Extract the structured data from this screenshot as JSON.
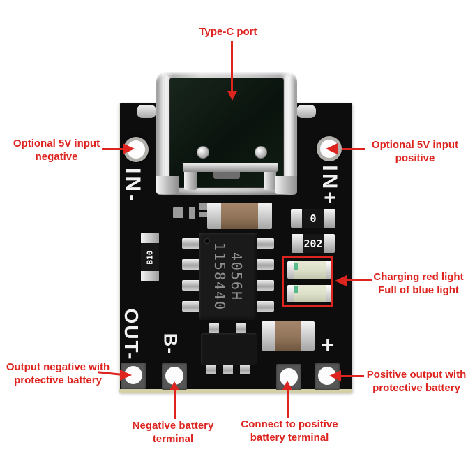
{
  "colors": {
    "annotation_red": "#dd241f",
    "board_black": "#0d0d0e",
    "silkscreen_white": "#f2f2f2",
    "led_body": "#dde0c8",
    "capacitor_brown": "#8f7258"
  },
  "annotations": {
    "type_c_port": {
      "lines": [
        "Type-C port"
      ]
    },
    "input_negative": {
      "lines": [
        "Optional 5V input",
        "negative"
      ]
    },
    "input_positive": {
      "lines": [
        "Optional 5V input",
        "positive"
      ]
    },
    "charging_leds": {
      "lines": [
        "Charging red light",
        "Full of blue light"
      ]
    },
    "output_negative": {
      "lines": [
        "Output negative with",
        "protective battery"
      ]
    },
    "output_positive": {
      "lines": [
        "Positive output with",
        "protective battery"
      ]
    },
    "battery_negative": {
      "lines": [
        "Negative battery",
        "terminal"
      ]
    },
    "battery_positive": {
      "lines": [
        "Connect to positive",
        "battery terminal"
      ]
    }
  },
  "board": {
    "silkscreen": {
      "in_minus": "IN-",
      "in_plus": "IN+",
      "out_minus": "OUT-",
      "b_minus": "B-",
      "plus": "+"
    },
    "chip": {
      "line1": "4056H",
      "line2": "1158440"
    },
    "markings": {
      "resistor_zero": "0",
      "resistor_202": "202",
      "resistor_left": "B10"
    }
  }
}
